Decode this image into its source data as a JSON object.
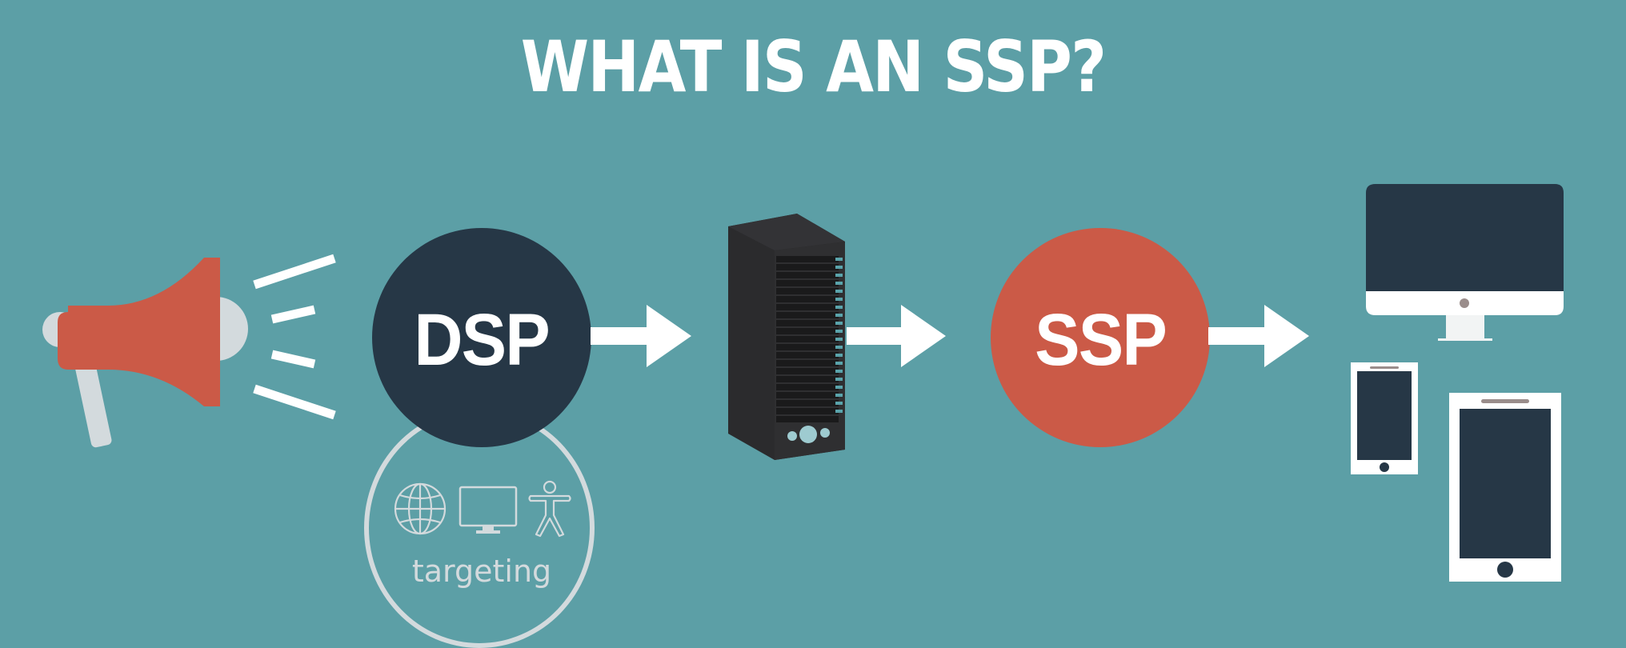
{
  "title": "WHAT IS AN SSP?",
  "colors": {
    "background": "#5c9fa6",
    "dsp_circle": "#263746",
    "ssp_circle": "#cb5a47",
    "megaphone": "#cb5a47",
    "light_gray": "#d3dadd",
    "server_body": "#2b2b2d",
    "device_screen": "#263746",
    "white": "#ffffff"
  },
  "flow": {
    "advertiser": {
      "icon": "megaphone-icon"
    },
    "dsp": {
      "label": "DSP"
    },
    "targeting": {
      "label": "targeting",
      "icons": [
        "globe-icon",
        "monitor-icon",
        "person-icon"
      ]
    },
    "exchange": {
      "icon": "server-icon"
    },
    "ssp": {
      "label": "SSP"
    },
    "publishers": {
      "icons": [
        "desktop-icon",
        "phone-icon",
        "tablet-icon"
      ]
    }
  }
}
